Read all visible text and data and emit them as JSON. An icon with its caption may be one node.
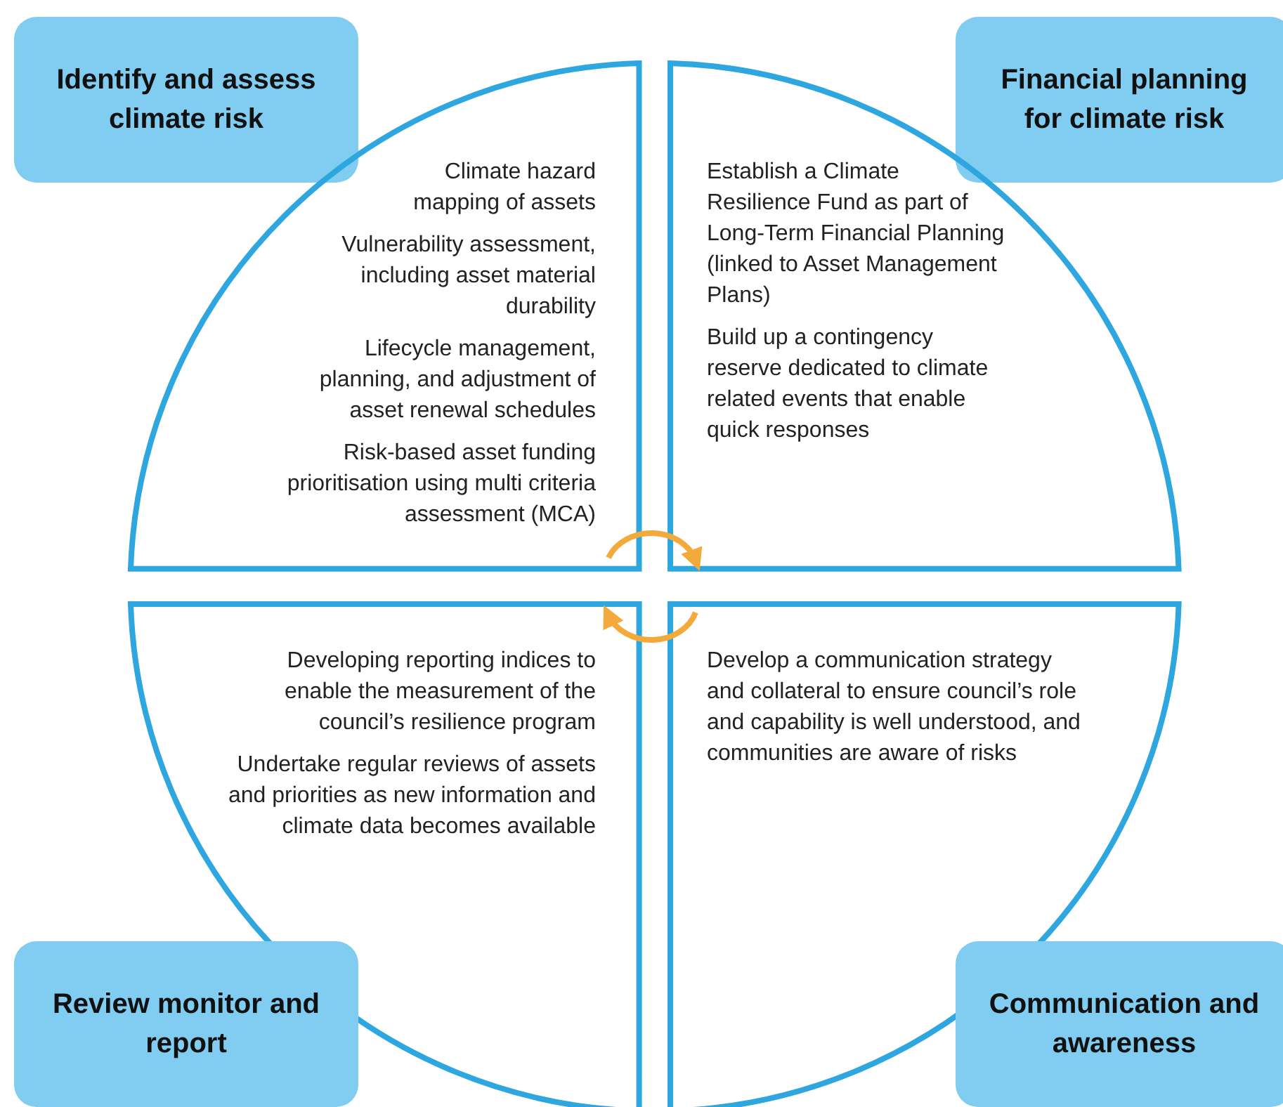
{
  "diagram": {
    "nodes": [
      {
        "text": [
          "Identify and assess climate risk"
        ]
      },
      {
        "text": [
          "Financial planning for climate risk"
        ]
      },
      {
        "text": [
          "Climate hazard mapping of assets",
          "Vulnerability assessment, including asset material durability",
          "Lifecycle management, planning, and adjustment of asset renewal schedules",
          "Risk-based asset funding prioritisation using multi criteria assessment (MCA)"
        ]
      },
      {
        "text": [
          "Establish a Climate Resilience Fund as part of Long-Term Financial Planning (linked to Asset Management Plans)",
          "Build up a contingency reserve dedicated to climate related events that enable quick responses"
        ]
      },
      {
        "text": [
          "Developing reporting indices to enable the measurement of the council’s resilience program",
          "Undertake regular reviews of assets and priorities as new information and climate data becomes available"
        ]
      },
      {
        "text": [
          "Develop a communication strategy and collateral to ensure council’s role and capability is well understood, and communities are aware of risks"
        ]
      },
      {
        "text": [
          "Review monitor and report"
        ]
      },
      {
        "text": [
          "Communication and awareness"
        ]
      }
    ],
    "edges": [
      {
        "from": 2,
        "to": 3,
        "arrow": "to",
        "color": "#f4a93b"
      },
      {
        "from": 5,
        "to": 4,
        "arrow": "to",
        "color": "#f4a93b"
      }
    ]
  }
}
